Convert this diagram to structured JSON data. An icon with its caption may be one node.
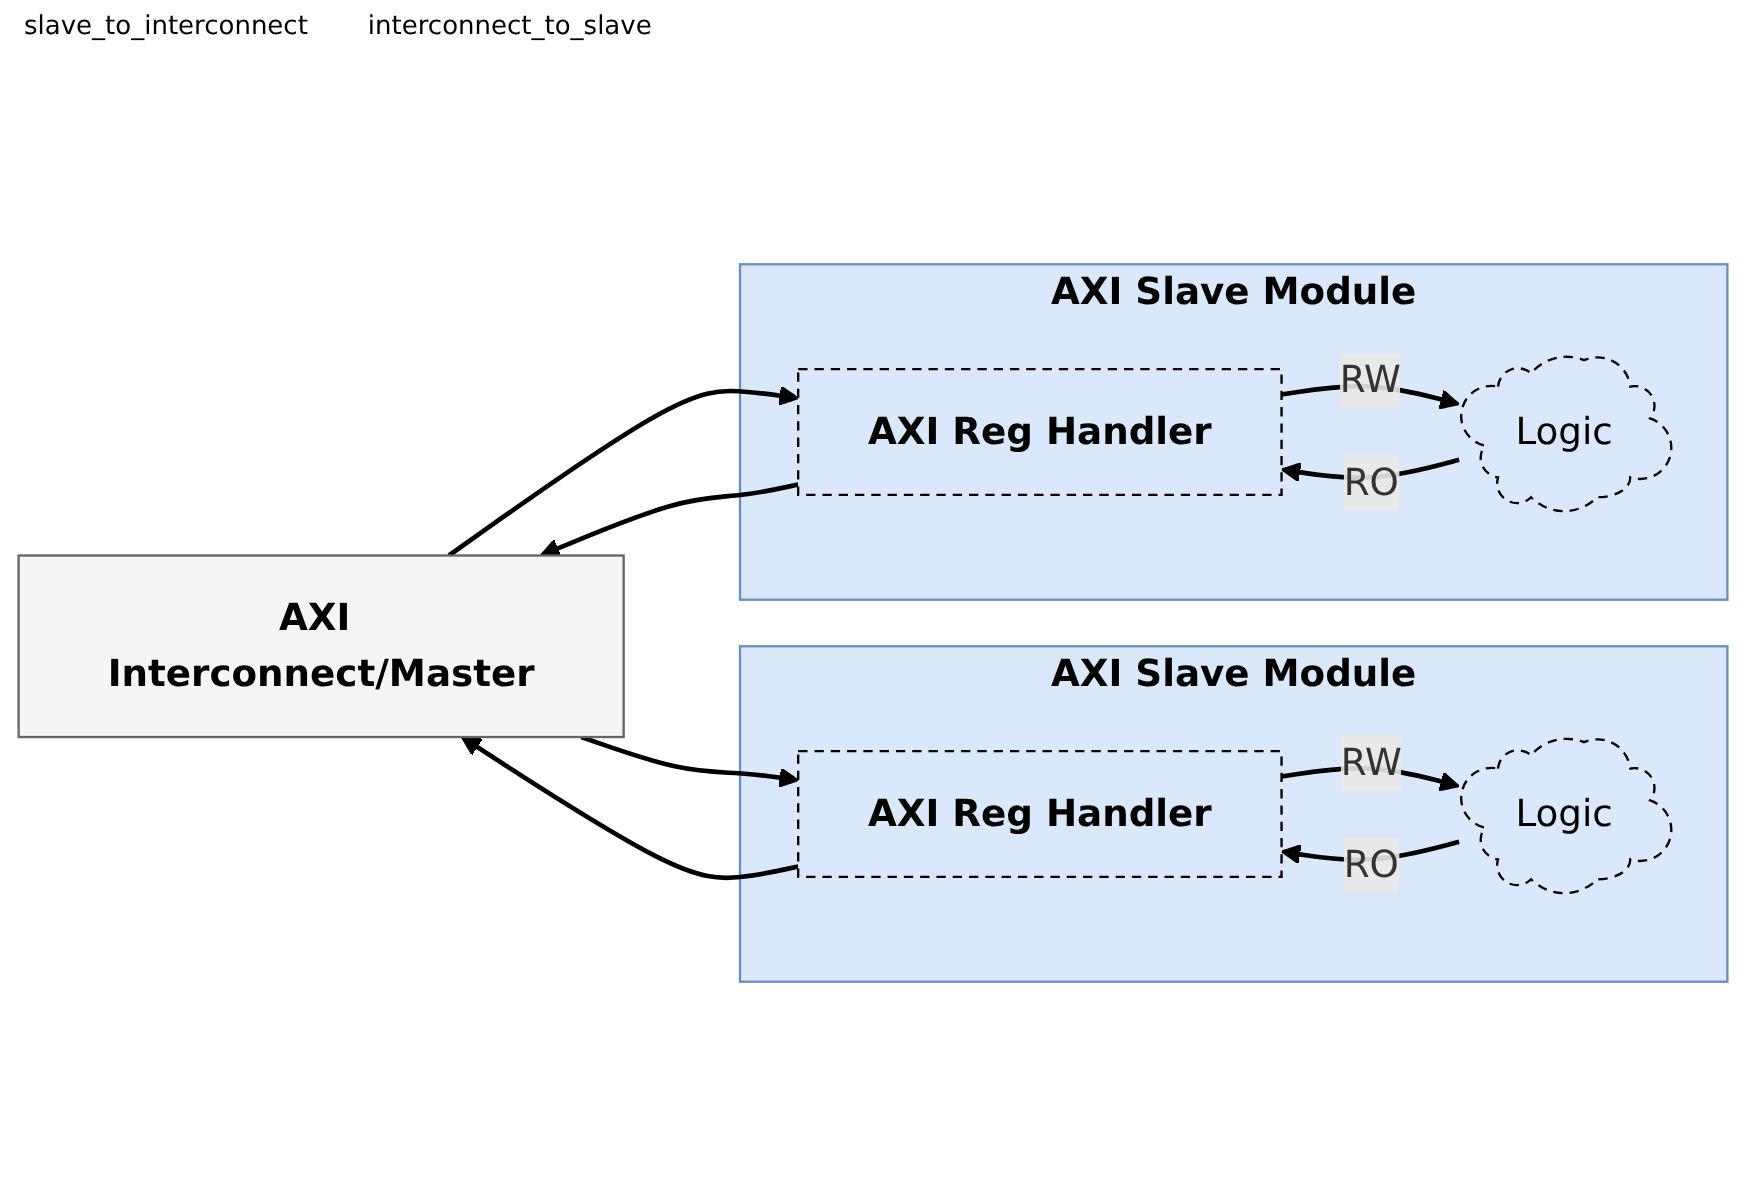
{
  "diagram": {
    "nodes": [
      {
        "text": [
          "AXI Interconnect/Master"
        ]
      },
      {
        "text": [
          "AXI Slave Module"
        ]
      },
      {
        "text": [
          "AXI Reg Handler"
        ],
        "in": 1
      },
      {
        "text": [
          "Logic"
        ],
        "in": 1
      },
      {
        "text": [
          "AXI Slave Module"
        ]
      },
      {
        "text": [
          "AXI Reg Handler"
        ],
        "in": 4
      },
      {
        "text": [
          "Logic"
        ],
        "in": 4
      }
    ],
    "edges": [
      {
        "from": 0,
        "to": 2,
        "arrow": "to"
      },
      {
        "from": 0,
        "to": 5,
        "arrow": "to"
      },
      {
        "from": 2,
        "to": 0,
        "arrow": "to"
      },
      {
        "from": 5,
        "to": 0,
        "arrow": "to"
      },
      {
        "from": 3,
        "to": 2,
        "arrow": "to",
        "label": "RO"
      },
      {
        "from": 2,
        "to": 3,
        "arrow": "to",
        "label": "RW"
      },
      {
        "from": 6,
        "to": 5,
        "arrow": "to",
        "label": "RO"
      },
      {
        "from": 5,
        "to": 6,
        "arrow": "to",
        "label": "RW"
      }
    ],
    "labels": [
      "slave_to_interconnect",
      "interconnect_to_slave"
    ]
  }
}
